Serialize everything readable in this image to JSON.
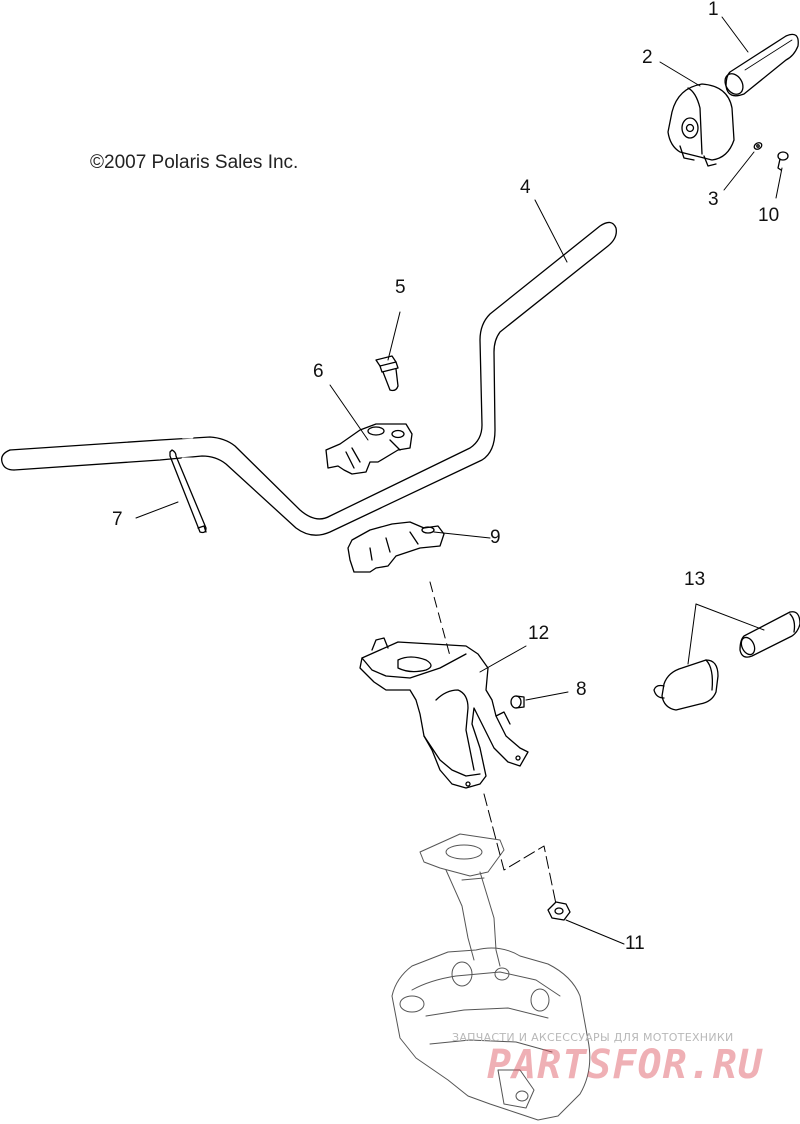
{
  "copyright": "©2007 Polaris Sales Inc.",
  "callouts": [
    "1",
    "2",
    "3",
    "10",
    "4",
    "5",
    "6",
    "7",
    "9",
    "12",
    "8",
    "13",
    "11"
  ],
  "watermark": {
    "line": "ЗАПЧАСТИ И АКСЕССУАРЫ ДЛЯ МОТОТЕХНИКИ",
    "brand": "PARTSFOR.RU"
  },
  "colors": {
    "line": "#000000",
    "background": "#ffffff",
    "watermark_brand": "#dc505a",
    "watermark_text": "#b8b8b8"
  }
}
